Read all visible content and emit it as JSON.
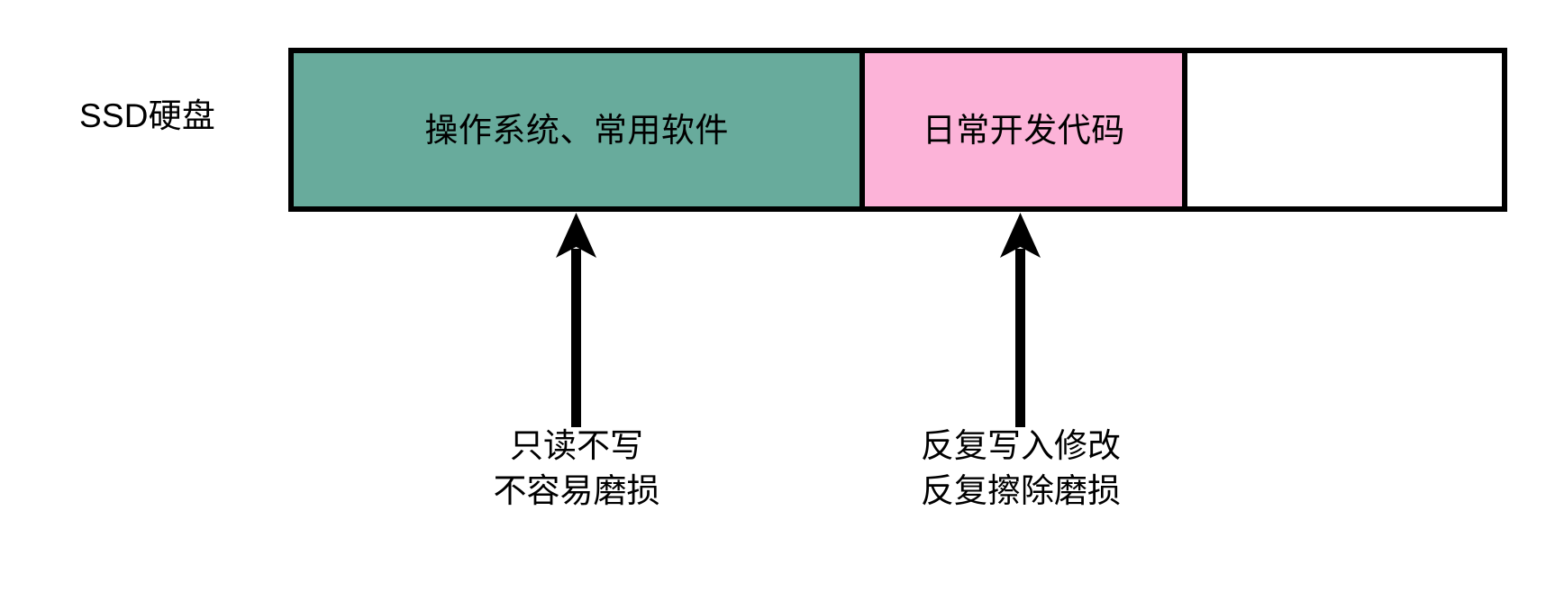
{
  "diagram": {
    "type": "storage-allocation-bar",
    "row_label": "SSD硬盘",
    "colors": {
      "os_segment": "#68ab9c",
      "code_segment": "#fcb3d8",
      "free_segment": "#ffffff",
      "outline": "#000000",
      "text": "#000000",
      "background": "#ffffff"
    },
    "segments": [
      {
        "key": "os",
        "label": "操作系统、常用软件",
        "fill": "#68ab9c",
        "width_percent": 47.3
      },
      {
        "key": "code",
        "label": "日常开发代码",
        "fill": "#fcb3d8",
        "width_percent": 26.7
      },
      {
        "key": "free",
        "label": "",
        "fill": "#ffffff",
        "width_percent": 26.0
      }
    ],
    "annotations": [
      {
        "key": "os-annotation",
        "points_to": "os",
        "arrow": "up-arrow-icon",
        "lines": [
          "只读不写",
          "不容易磨损"
        ]
      },
      {
        "key": "code-annotation",
        "points_to": "code",
        "arrow": "up-arrow-icon",
        "lines": [
          "反复写入修改",
          "反复擦除磨损"
        ]
      }
    ]
  }
}
